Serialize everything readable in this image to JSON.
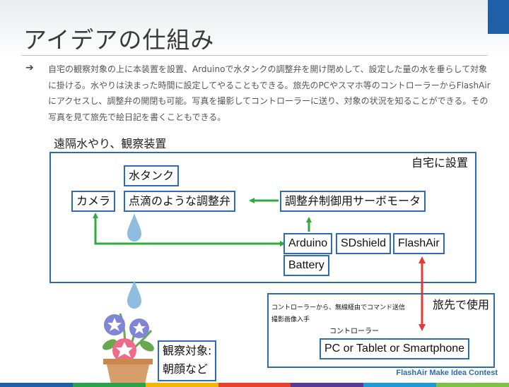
{
  "slide": {
    "title": "アイデアの仕組み",
    "bullet_arrow": "➔",
    "description": "自宅の観察対象の上に本装置を設置、Arduinoで水タンクの調整弁を開け閉めして、設定した量の水を垂らして対象に掛ける。水やりは決まった時間に設定してやることもできる。旅先のPCやスマホ等のコントローラーからFlashAirにアクセスし、調整弁の開閉も可能。写真を撮影してコントローラーに送り、対象の状況を知ることができる。その写真を見て旅先で絵日記を書くこともできる。"
  },
  "diagram": {
    "section_label": "遠隔水やり、観察装置",
    "home_label": "自宅に設置",
    "water_tank": "水タンク",
    "camera": "カメラ",
    "drip_valve": "点滴のような調整弁",
    "servo_motor": "調整弁制御用サーボモータ",
    "arduino": "Arduino",
    "sdshield": "SDshield",
    "flashair": "FlashAir",
    "battery": "Battery",
    "travel_label": "旅先で使用",
    "controller_note_1": "コントローラーから、無線経由でコマンド送信",
    "controller_note_2": "撮影画像入手",
    "controller_label": "コントローラー",
    "device": "PC or Tablet or Smartphone",
    "target_line_1": "観察対象:",
    "target_line_2": "朝顔など"
  },
  "footer": {
    "contest": "FlashAir Make Idea Contest",
    "stripe_colors": [
      "#1f5fa8",
      "#2aa24a",
      "#f2b705",
      "#e8412c",
      "#5a3a99",
      "#1f9ad6",
      "#7dc242"
    ]
  },
  "colors": {
    "box_border": "#2d6db5",
    "green_arrow": "#2faa3c",
    "red_arrow": "#e53935",
    "water_drop": "#8fbde0"
  }
}
